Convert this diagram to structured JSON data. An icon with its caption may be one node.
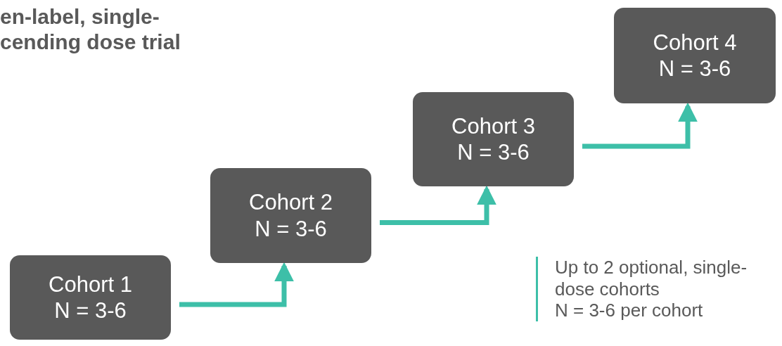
{
  "diagram": {
    "title": "en-label, single- cending dose trial",
    "nodes": [
      {
        "text": [
          "Cohort 1",
          "N = 3-6"
        ]
      },
      {
        "text": [
          "Cohort 2",
          "N = 3-6"
        ]
      },
      {
        "text": [
          "Cohort 3",
          "N = 3-6"
        ]
      },
      {
        "text": [
          "Cohort 4",
          "N = 3-6"
        ]
      }
    ],
    "edges": [
      {
        "from": 0,
        "to": 1,
        "arrow": "to"
      },
      {
        "from": 1,
        "to": 2,
        "arrow": "to"
      },
      {
        "from": 2,
        "to": 3,
        "arrow": "to"
      }
    ],
    "labels": [
      "Up to 2 optional, single-dose cohorts",
      "N = 3-6 per cohort"
    ]
  }
}
